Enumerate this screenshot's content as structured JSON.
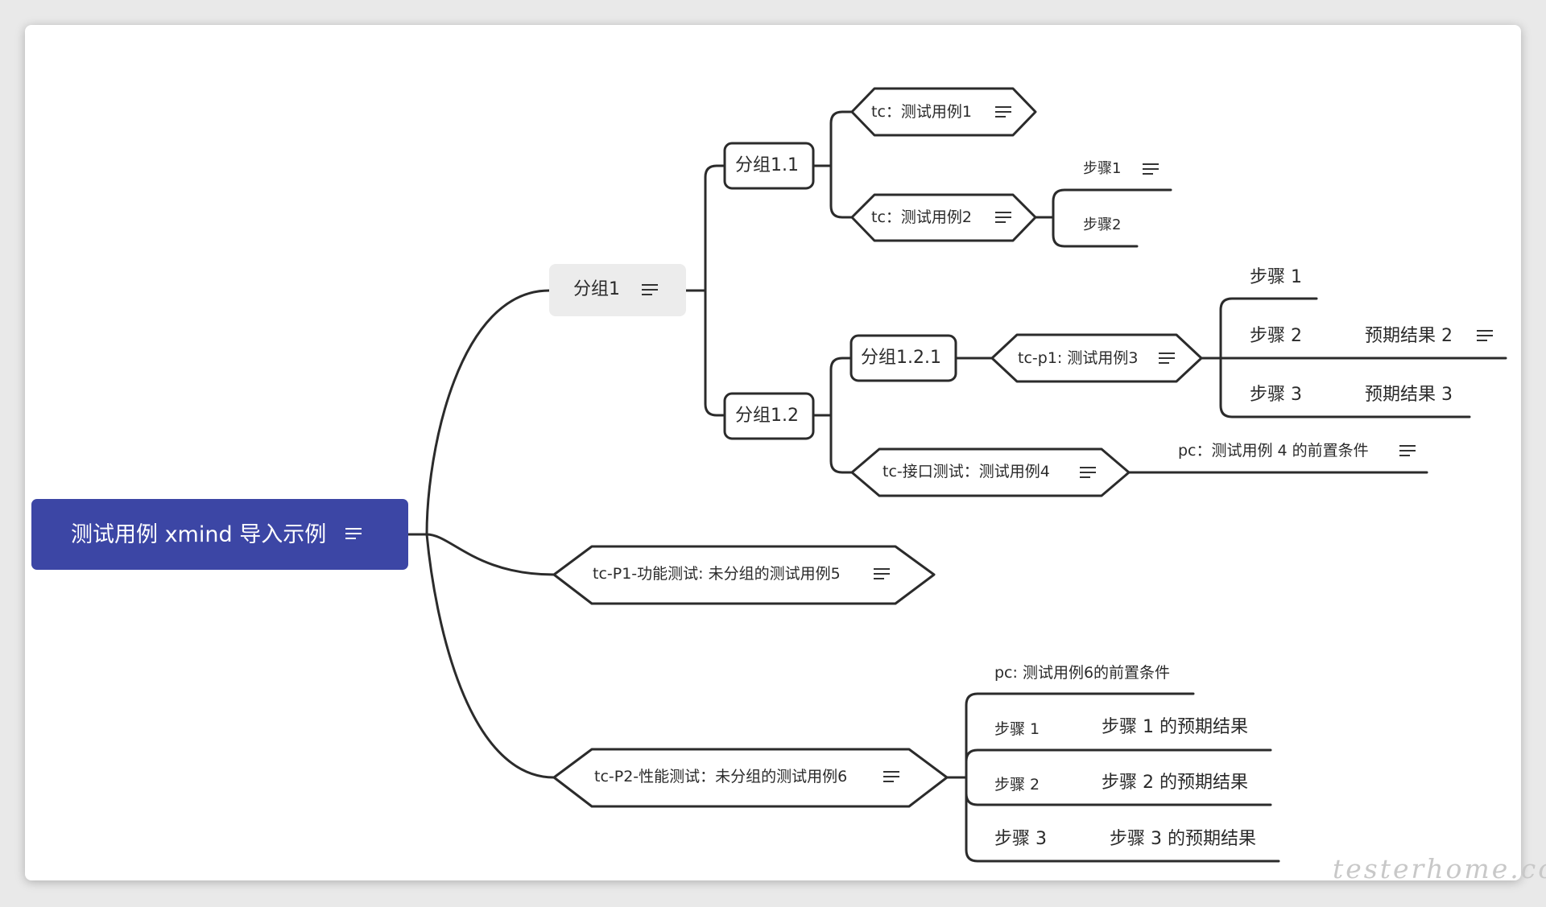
{
  "root": {
    "label": "测试用例 xmind 导入示例",
    "icon": "notes-icon"
  },
  "group1": {
    "label": "分组1",
    "icon": "notes-icon"
  },
  "group1_1": {
    "label": "分组1.1",
    "tc1": {
      "label": "tc：测试用例1",
      "icon": "notes-icon"
    },
    "tc2": {
      "label": "tc：测试用例2",
      "icon": "notes-icon",
      "steps": [
        {
          "label": "步骤1",
          "icon": "notes-icon"
        },
        {
          "label": "步骤2"
        }
      ]
    }
  },
  "group1_2": {
    "label": "分组1.2",
    "group1_2_1": {
      "label": "分组1.2.1",
      "tc3": {
        "label": "tc-p1: 测试用例3",
        "icon": "notes-icon",
        "steps": [
          {
            "label": "步骤 1"
          },
          {
            "label": "步骤 2",
            "expected": "预期结果 2",
            "expected_icon": "notes-icon"
          },
          {
            "label": "步骤 3",
            "expected": "预期结果 3"
          }
        ]
      }
    },
    "tc4": {
      "label": "tc-接口测试：测试用例4",
      "icon": "notes-icon",
      "precondition": "pc：测试用例 4 的前置条件",
      "precondition_icon": "notes-icon"
    }
  },
  "tc5": {
    "label": "tc-P1-功能测试: 未分组的测试用例5",
    "icon": "notes-icon"
  },
  "tc6": {
    "label": "tc-P2-性能测试：未分组的测试用例6",
    "icon": "notes-icon",
    "precondition": "pc: 测试用例6的前置条件",
    "steps": [
      {
        "label": "步骤 1",
        "expected": "步骤 1 的预期结果"
      },
      {
        "label": "步骤 2",
        "expected": "步骤 2 的预期结果"
      },
      {
        "label": "步骤 3",
        "expected": "步骤 3 的预期结果"
      }
    ]
  },
  "watermark": "testerhome.com",
  "colors": {
    "root_fill": "#3c46a5",
    "group_fill": "#ececec",
    "line": "#2b2b2b"
  }
}
